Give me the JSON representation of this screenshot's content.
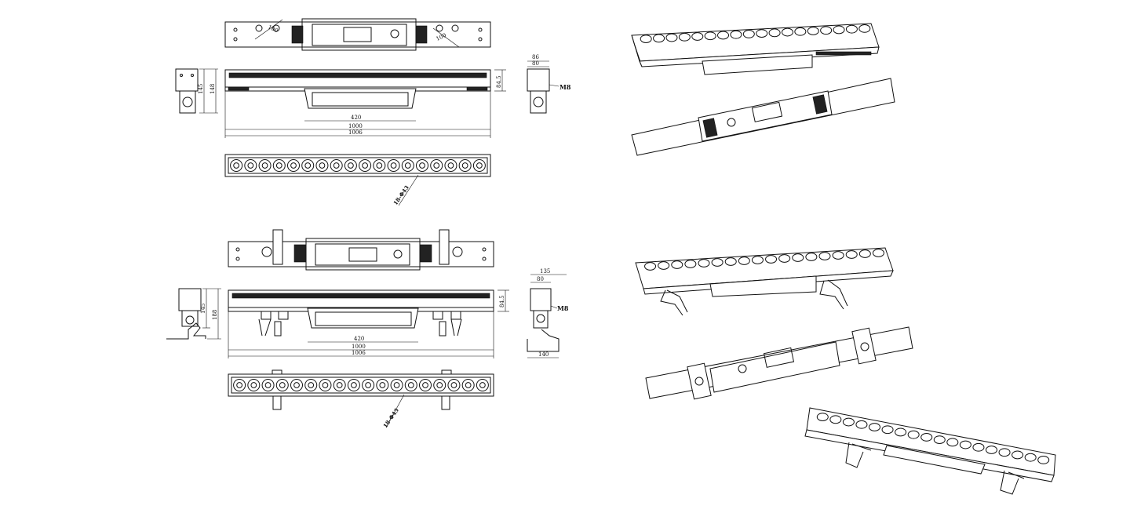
{
  "drawing": {
    "colors": {
      "line": "#111111",
      "background": "#ffffff"
    },
    "upper_views": {
      "plan_dims": {
        "a": "100",
        "b": "100"
      },
      "front_dims": {
        "inner": "420",
        "middle": "1000",
        "overall": "1006",
        "side_height": "84.5"
      },
      "left_dims": {
        "outer": "145",
        "inner": "148"
      },
      "right_dims": {
        "top_outer": "86",
        "top_inner": "80",
        "bolt": "M8"
      },
      "lens_callout": "18-Φ43",
      "lens_count": 18
    },
    "lower_views": {
      "front_dims": {
        "inner": "420",
        "middle": "1000",
        "overall": "1006",
        "side_height": "84.5"
      },
      "left_dims": {
        "outer": "145",
        "inner": "188"
      },
      "right_dims": {
        "top_outer": "135",
        "top_inner": "80",
        "bolt": "M8",
        "base": "140"
      },
      "lens_callout": "18-Φ43",
      "lens_count": 18
    }
  }
}
